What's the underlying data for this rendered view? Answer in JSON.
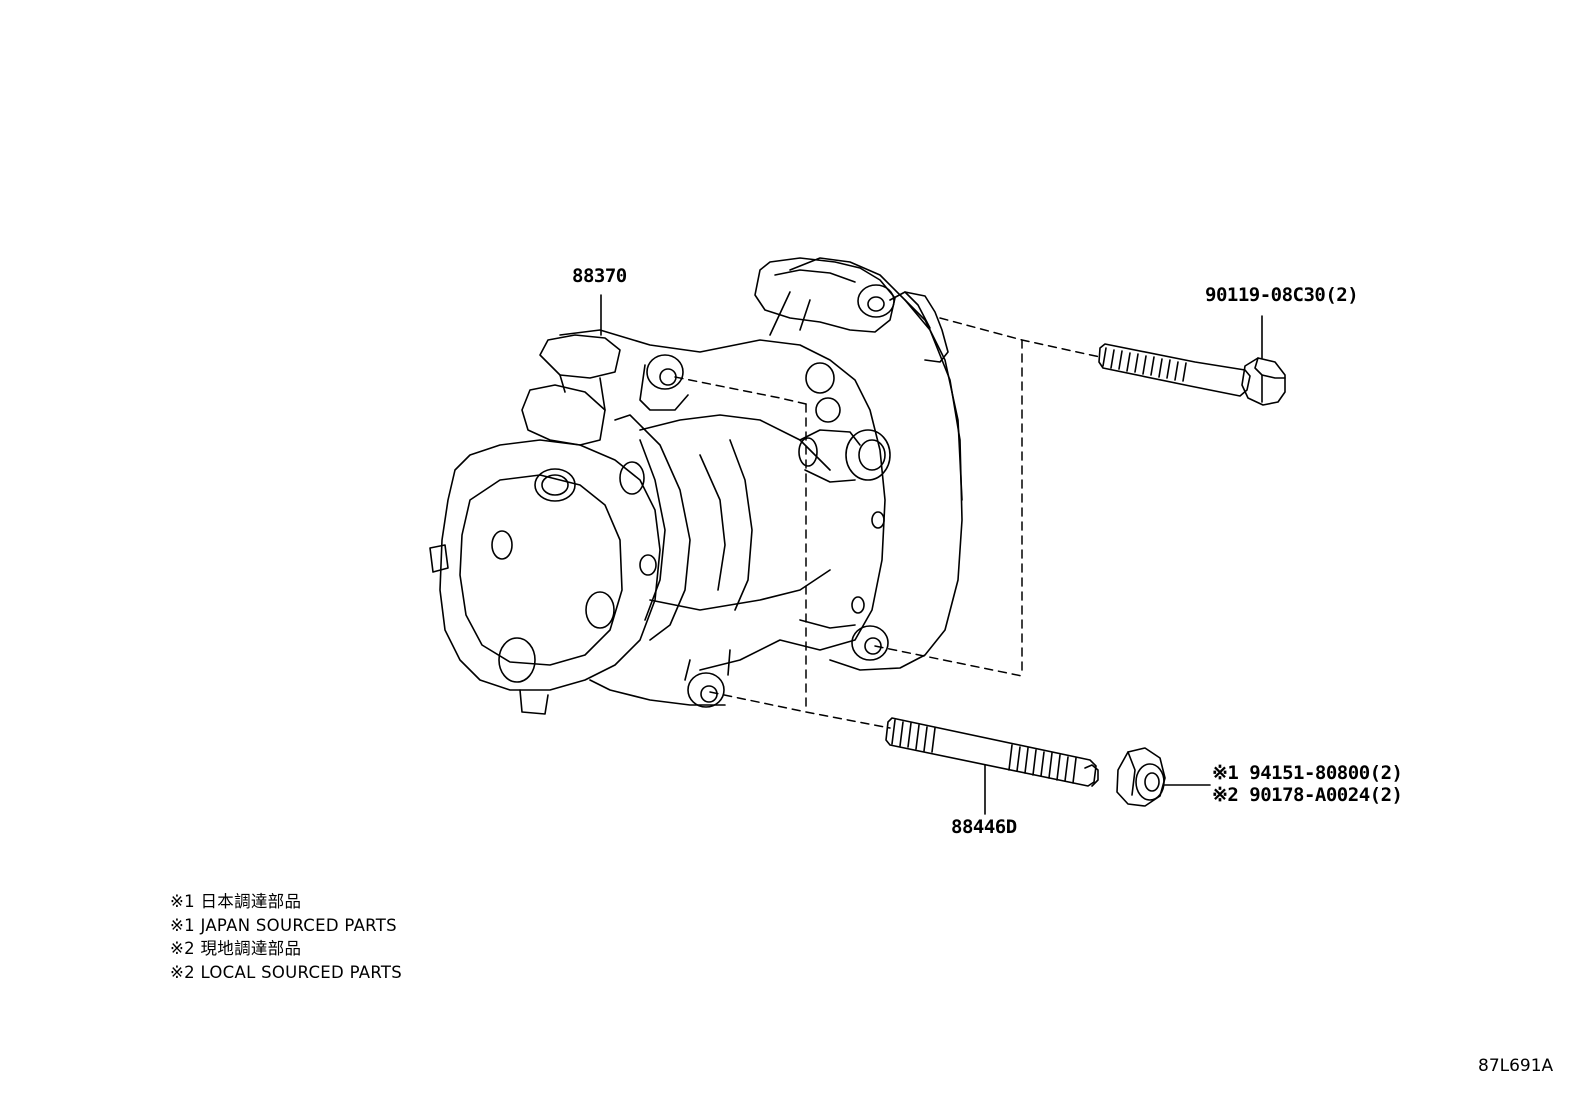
{
  "callouts": {
    "compressor": "88370",
    "bolt_upper": "90119-08C30(2)",
    "stud_bolt": "88446D",
    "nut_japan": "※1 94151-80800(2)",
    "nut_local": "※2 90178-A0024(2)"
  },
  "notes": [
    "※1 日本調達部品",
    "※1 JAPAN SOURCED PARTS",
    "※2 現地調達部品",
    "※2 LOCAL SOURCED PARTS"
  ],
  "figure_id": "87L691A"
}
